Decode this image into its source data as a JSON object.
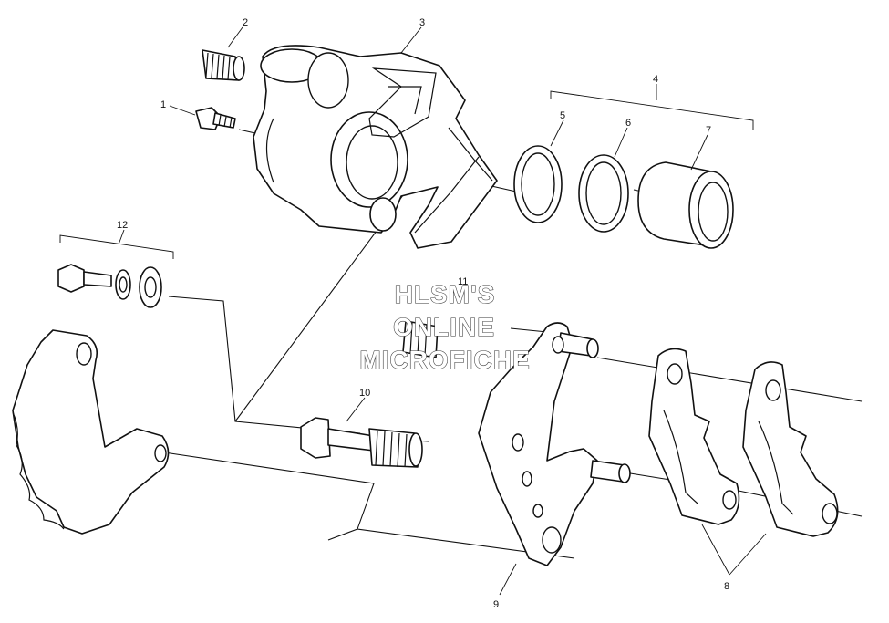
{
  "diagram": {
    "callouts": [
      "1",
      "2",
      "3",
      "4",
      "5",
      "6",
      "7",
      "8",
      "9",
      "10",
      "11",
      "12"
    ]
  },
  "watermark": {
    "line1": "HLSM'S",
    "line2": "ONLINE",
    "line3": "MICROFICHE"
  }
}
